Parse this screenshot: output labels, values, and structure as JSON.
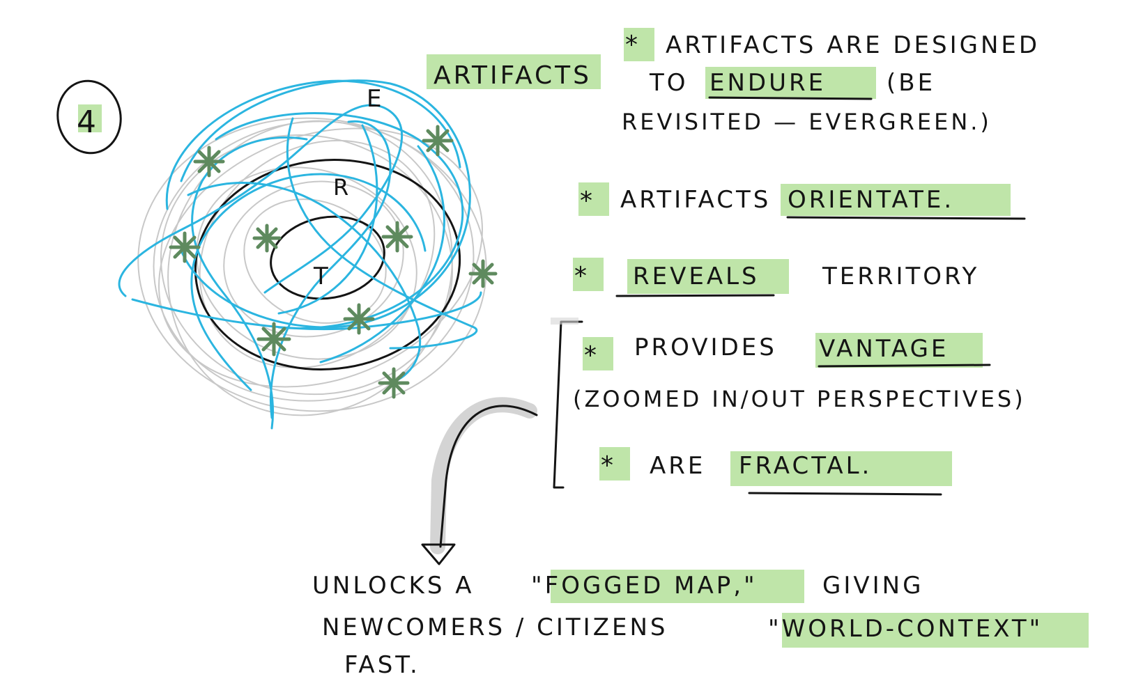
{
  "step_number": "4",
  "diagram": {
    "cloud_label": "ARTIFACTS",
    "label_e": "E",
    "label_r": "R",
    "label_t": "T"
  },
  "notes": {
    "n1_line1_prefix": "ARTIFACTS ARE DESIGNED",
    "n1_line2_prefix": "TO",
    "n1_line2_key": "ENDURE",
    "n1_line2_suffix": "(BE",
    "n1_line3": "REVISITED — EVERGREEN.)",
    "n2_prefix": "ARTIFACTS",
    "n2_key": "ORIENTATE.",
    "n3_key": "REVEALS",
    "n3_suffix": "TERRITORY",
    "n4_prefix": "PROVIDES",
    "n4_key": "VANTAGE",
    "n4_line2": "(ZOOMED IN/OUT PERSPECTIVES)",
    "n5_prefix": "ARE",
    "n5_key": "FRACTAL."
  },
  "conclusion": {
    "line1_prefix": "UNLOCKS A",
    "line1_key": "\"FOGGED MAP,\"",
    "line1_suffix": "GIVING",
    "line2_prefix": "NEWCOMERS / CITIZENS",
    "line2_key": "\"WORLD-CONTEXT\"",
    "line3": "FAST."
  },
  "colors": {
    "highlight": "#a9dc8c",
    "ink": "#141414",
    "blue_loops": "#2bb5e0",
    "grey_loops": "#c8c8c8",
    "star": "#5e8a5e"
  }
}
